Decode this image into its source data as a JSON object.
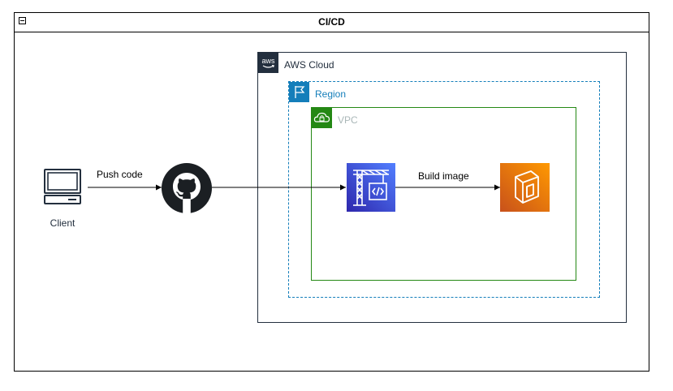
{
  "pool": {
    "title": "CI/CD"
  },
  "groups": {
    "aws_cloud": {
      "label": "AWS Cloud",
      "icon": "aws-logo-icon",
      "color": "#232f3e"
    },
    "region": {
      "label": "Region",
      "icon": "region-flag-icon",
      "color": "#147eba"
    },
    "vpc": {
      "label": "VPC",
      "icon": "vpc-cloud-lock-icon",
      "color": "#248814"
    }
  },
  "nodes": {
    "client": {
      "label": "Client",
      "icon": "client-computer-icon"
    },
    "github": {
      "label": "",
      "icon": "github-icon"
    },
    "codebuild": {
      "label": "",
      "icon": "codebuild-icon",
      "color": "#3b48cc"
    },
    "ecr": {
      "label": "",
      "icon": "ecr-icon",
      "color": "#ed7100"
    }
  },
  "edges": {
    "push_code": {
      "label": "Push code"
    },
    "build_image": {
      "label": "Build image"
    }
  }
}
